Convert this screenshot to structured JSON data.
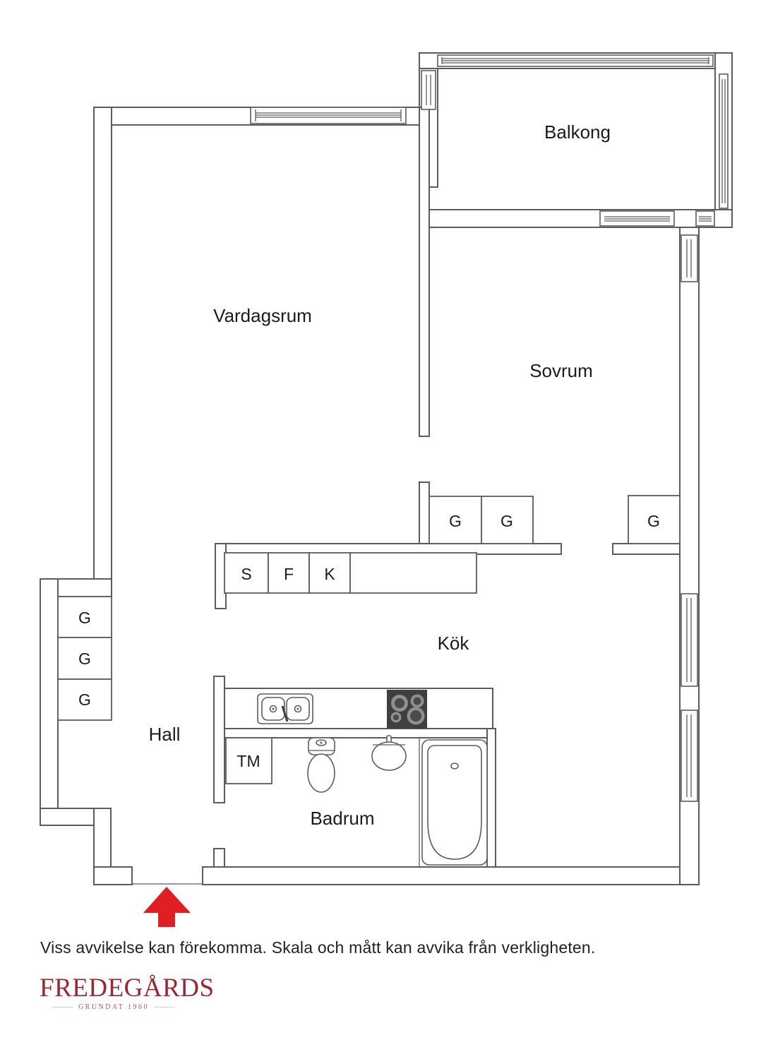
{
  "page": {
    "disclaimer": "Viss avvikelse kan förekomma. Skala och mått kan avvika från verkligheten.",
    "brand": {
      "name": "FREDEGÅRDS",
      "tagline": "GRUNDAT 1960",
      "color": "#9c2733"
    }
  },
  "floorplan": {
    "wall_color": "#5c5c5c",
    "entrance_arrow_color": "#e01f23",
    "stove_color": "#3f3f3f",
    "rooms": {
      "balcony": "Balkong",
      "living_room": "Vardagsrum",
      "bedroom": "Sovrum",
      "kitchen": "Kök",
      "hall": "Hall",
      "bathroom": "Badrum"
    },
    "fixtures": {
      "washing_machine": "TM",
      "wardrobe_labels": [
        "G",
        "G",
        "G",
        "G",
        "G",
        "G"
      ],
      "cabinet_s": "S",
      "cabinet_f": "F",
      "cabinet_k": "K"
    }
  }
}
